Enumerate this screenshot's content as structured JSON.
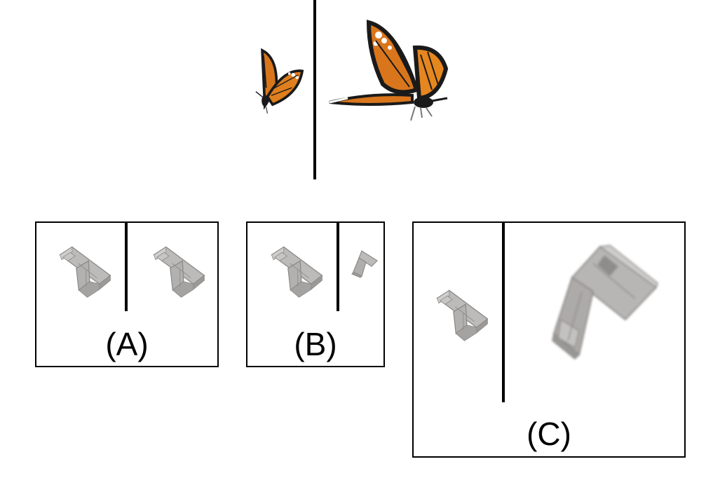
{
  "options": [
    {
      "id": "A",
      "label": "(A)"
    },
    {
      "id": "B",
      "label": "(B)"
    },
    {
      "id": "C",
      "label": "(C)"
    }
  ],
  "colors": {
    "wing_orange": "#d9761c",
    "wing_dark": "#1a1a1a",
    "sofa_gray": "#a9a7a5"
  },
  "icons": {
    "reference_left": "butterfly-icon",
    "reference_right": "butterfly-icon",
    "object": "sofa-icon"
  }
}
